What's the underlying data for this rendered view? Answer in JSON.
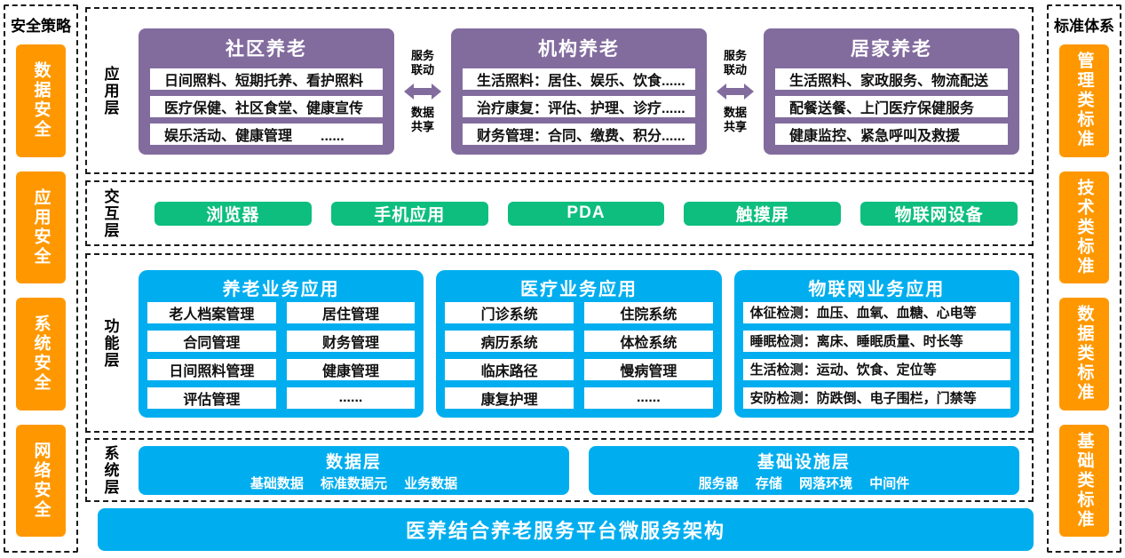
{
  "theme": {
    "orange": "#FF9800",
    "purple": "#826C9E",
    "green": "#0DBE7F",
    "blue": "#00AEEF",
    "dash_border": "#1a1a1a"
  },
  "left_panel": {
    "title": "安全策略",
    "items": [
      "数据安全",
      "应用安全",
      "系统安全",
      "网络安全"
    ]
  },
  "right_panel": {
    "title": "标准体系",
    "items": [
      "管理类标准",
      "技术类标准",
      "数据类标准",
      "基础类标准"
    ]
  },
  "app_layer": {
    "label": "应用层",
    "link": {
      "top": "服务联动",
      "bottom": "数据共享"
    },
    "cards": [
      {
        "title": "社区养老",
        "rows": [
          "日间照料、短期托养、看护照料",
          "医疗保健、社区食堂、健康宣传",
          "娱乐活动、健康管理　　......"
        ]
      },
      {
        "title": "机构养老",
        "rows": [
          "生活照料：居住、娱乐、饮食......",
          "治疗康复：评估、护理、诊疗......",
          "财务管理：合同、缴费、积分......"
        ]
      },
      {
        "title": "居家养老",
        "rows": [
          "生活照料、家政服务、物流配送",
          "配餐送餐、上门医疗保健服务",
          "健康监控、紧急呼叫及救援"
        ]
      }
    ]
  },
  "interact_layer": {
    "label": "交互层",
    "items": [
      "浏览器",
      "手机应用",
      "PDA",
      "触摸屏",
      "物联网设备"
    ]
  },
  "func_layer": {
    "label": "功能层",
    "cards": [
      {
        "title": "养老业务应用",
        "cells": [
          "老人档案管理",
          "居住管理",
          "合同管理",
          "财务管理",
          "日间照料管理",
          "健康管理",
          "评估管理",
          "......"
        ]
      },
      {
        "title": "医疗业务应用",
        "cells": [
          "门诊系统",
          "住院系统",
          "病历系统",
          "体检系统",
          "临床路径",
          "慢病管理",
          "康复护理",
          "......"
        ]
      },
      {
        "title": "物联网业务应用",
        "rows": [
          "体征检测：血压、血氧、血糖、心电等",
          "睡眠检测：离床、睡眠质量、时长等",
          "生活检测：运动、饮食、定位等",
          "安防检测：防跌倒、电子围栏，门禁等"
        ]
      }
    ]
  },
  "sys_layer": {
    "label": "系统层",
    "boxes": [
      {
        "title": "数据层",
        "subtitle": "基础数据　 标准数据元　 业务数据"
      },
      {
        "title": "基础设施层",
        "subtitle": "服务器　 存储　 网落环境　 中间件"
      }
    ]
  },
  "banner": {
    "text": "医养结合养老服务平台微服务架构"
  }
}
